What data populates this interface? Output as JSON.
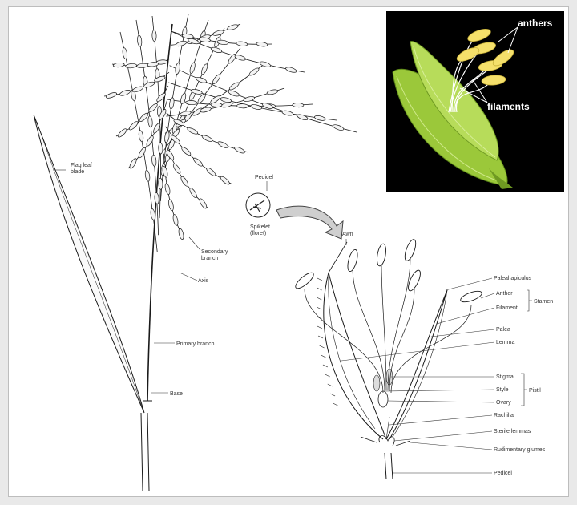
{
  "diagram": {
    "panicle_labels": {
      "flag_leaf_blade": "Flag leaf\nblade",
      "pedicel": "Pedicel",
      "spikelet": "Spikelet\n(floret)",
      "secondary_branch": "Secondary\nbranch",
      "axis": "Axis",
      "primary_branch": "Primary branch",
      "base": "Base"
    },
    "floret_labels": {
      "awn": "Awn",
      "paleal_apiculus": "Paleal apiculus",
      "anther": "Anther",
      "filament": "Filament",
      "stamen": "Stamen",
      "palea": "Palea",
      "lemma": "Lemma",
      "stigma": "Stigma",
      "style": "Style",
      "ovary": "Ovary",
      "pistil": "Pistil",
      "rachilla": "Rachilla",
      "sterile_lemmas": "Sterile lemmas",
      "rudimentary_glumes": "Rudimentary glumes",
      "pedicel": "Pedicel"
    },
    "photo_labels": {
      "anthers": "anthers",
      "filaments": "filaments"
    }
  }
}
